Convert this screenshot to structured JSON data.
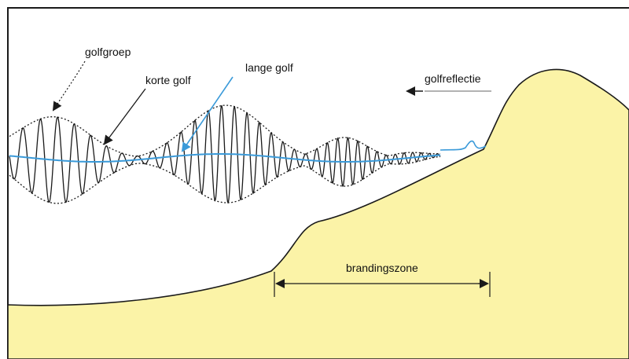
{
  "labels": {
    "wave_group": "golfgroep",
    "short_wave": "korte golf",
    "long_wave": "lange golf",
    "wave_reflection": "golfreflectie",
    "surf_zone": "brandingszone"
  },
  "colors": {
    "background": "#ffffff",
    "seabed_fill": "#fbf3a7",
    "seabed_stroke": "#1a1a1a",
    "short_wave": "#1a1a1a",
    "envelope": "#1a1a1a",
    "long_wave": "#3a9ad9",
    "long_wave_arrow": "#3a9ad9",
    "text": "#111111"
  },
  "icons": {
    "arrowhead": "filled-triangle-arrowhead",
    "dimension_marker": "double-arrow-with-end-ticks"
  }
}
